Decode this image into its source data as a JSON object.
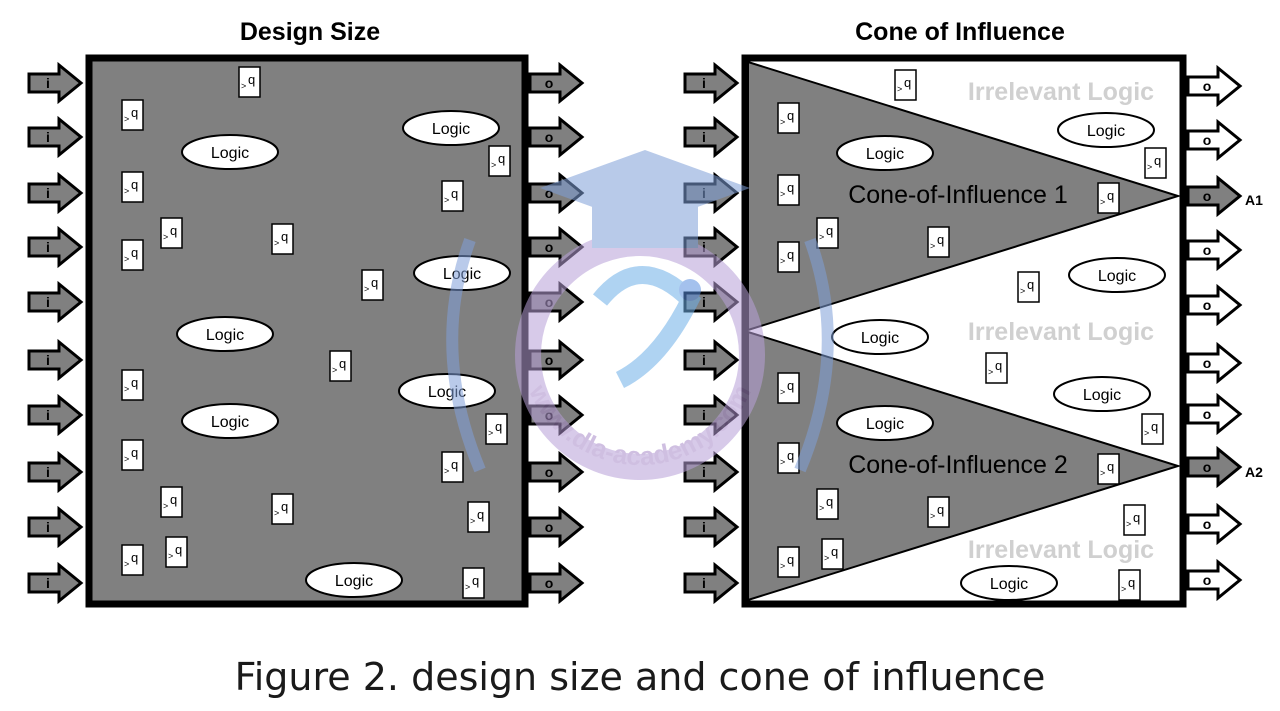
{
  "left_panel": {
    "title": "Design Size",
    "logic_label": "Logic",
    "flop_label": "q"
  },
  "right_panel": {
    "title": "Cone of Influence",
    "cone1_label": "Cone-of-Influence 1",
    "cone2_label": "Cone-of-Influence 2",
    "irrelevant_label": "Irrelevant Logic",
    "logic_label": "Logic",
    "flop_label": "q",
    "output_a1": "A1",
    "output_a2": "A2"
  },
  "ports": {
    "input_letter": "i",
    "output_letter": "o"
  },
  "watermark": {
    "text": "www.dla-academy.com"
  },
  "caption": "Figure 2.  design size and cone of influence",
  "colors": {
    "box_fill": "#808080",
    "border": "#000000",
    "port_fill": "#808080",
    "irrelevant_text": "#d0d0d0"
  }
}
